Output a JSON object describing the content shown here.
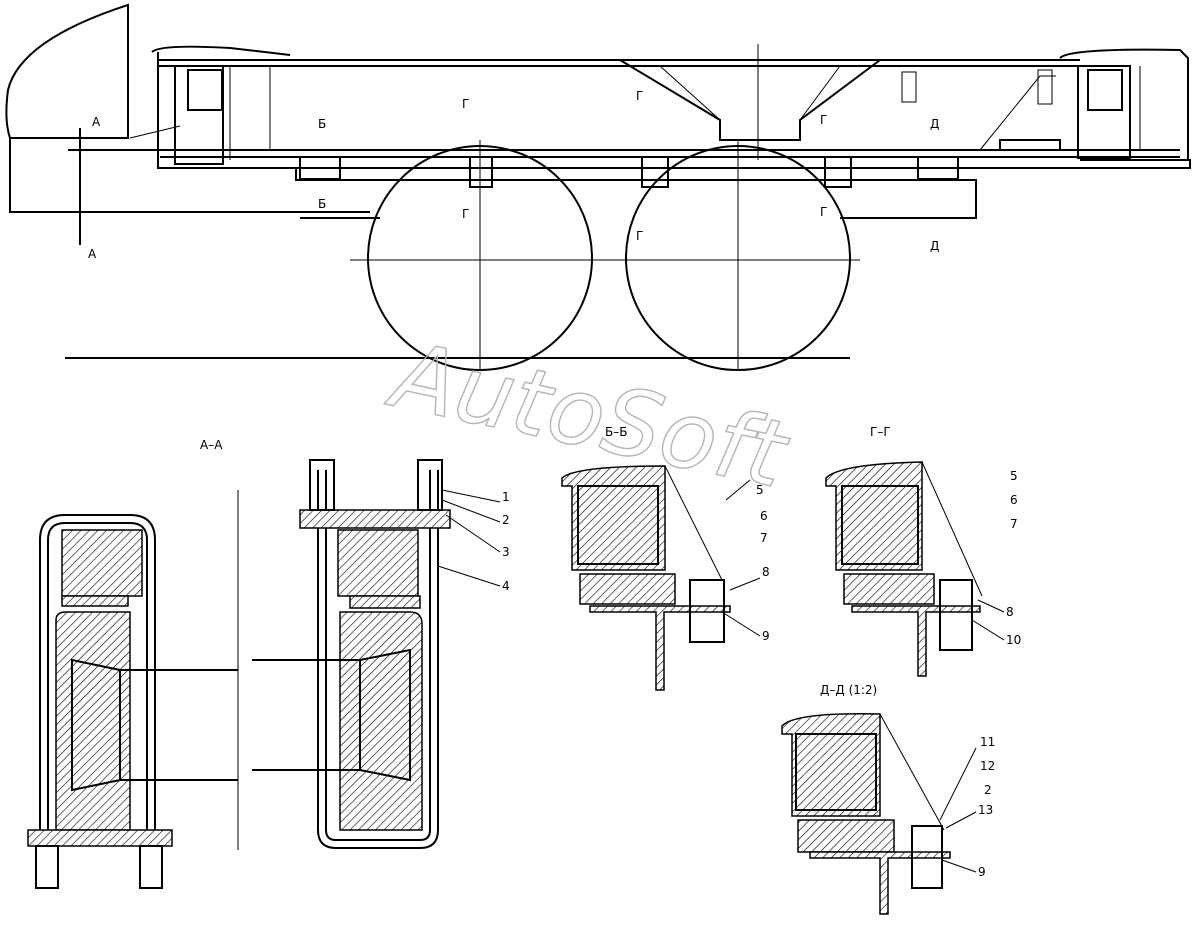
{
  "watermark": "AutoSoft",
  "section_titles": {
    "aa": "А–А",
    "bb": "Б–Б",
    "gg": "Г–Г",
    "dd": "Д–Д (1:2)"
  },
  "side_view_marks": {
    "a_top": "А",
    "a_bottom": "А",
    "b_top": "Б",
    "b_bottom": "Б",
    "g1": "Г",
    "g2": "Г",
    "g3": "Г",
    "g4": "Г",
    "g5": "Г",
    "d_top": "Д",
    "d_bottom": "Д"
  },
  "callouts": {
    "aa": [
      "1",
      "2",
      "3",
      "4"
    ],
    "bb": [
      "5",
      "6",
      "7",
      "8",
      "9"
    ],
    "gg": [
      "5",
      "6",
      "7",
      "8",
      "10"
    ],
    "dd": [
      "11",
      "12",
      "2",
      "13",
      "9"
    ]
  }
}
